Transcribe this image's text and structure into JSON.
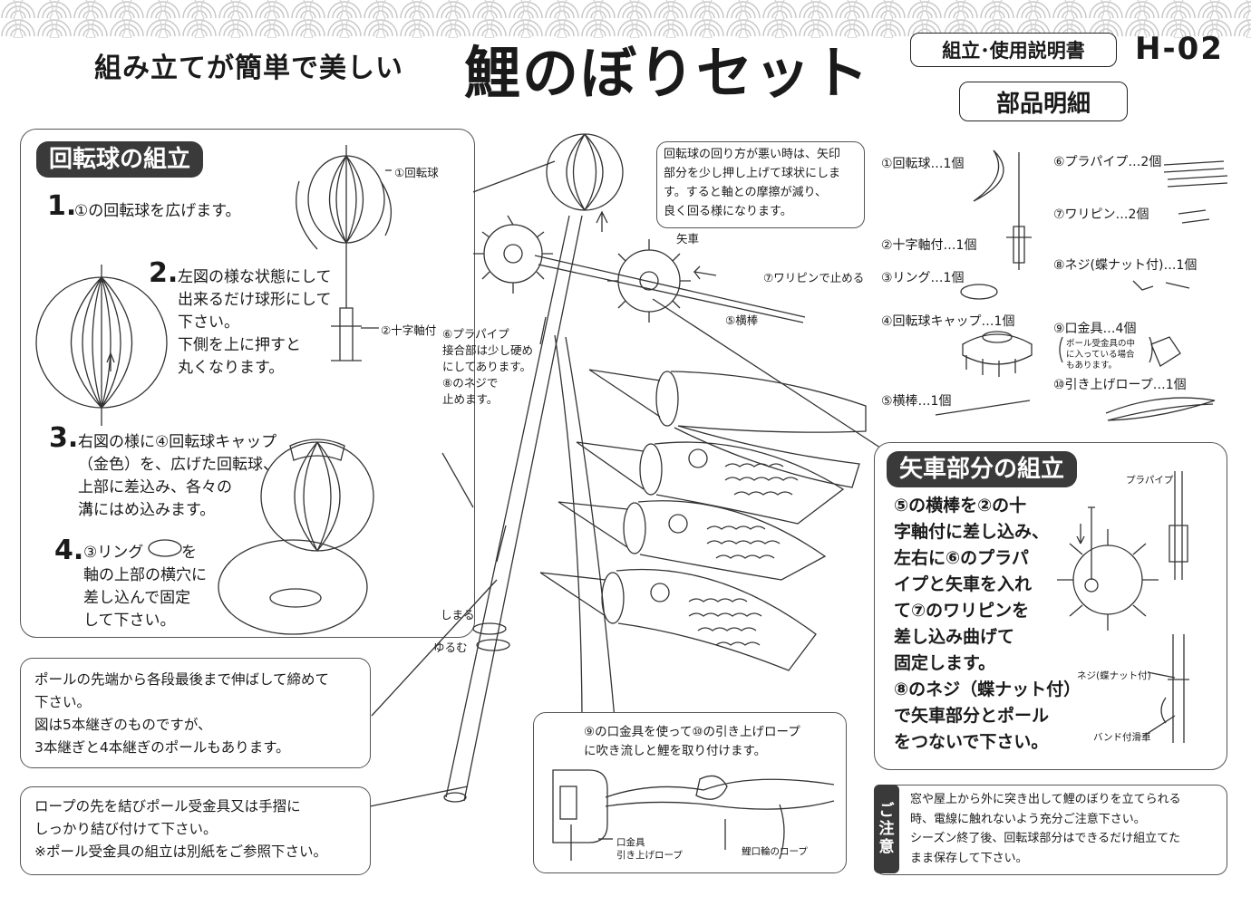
{
  "header": {
    "subtitle": "組み立てが簡単で美しい",
    "title": "鯉のぼりセット",
    "manual_label": "組立･使用説明書",
    "model_code": "H-02",
    "parts_heading": "部品明細"
  },
  "rotating_ball": {
    "heading": "回転球の組立",
    "steps": [
      {
        "num": "1.",
        "text": "①の回転球を広げます。"
      },
      {
        "num": "2.",
        "text": "左図の様な状態にして\n出来るだけ球形にして\n下さい。\n下側を上に押すと\n丸くなります。"
      },
      {
        "num": "3.",
        "text": "右図の様に④回転球キャップ\n（金色）を、広げた回転球、\n上部に差込み、各々の\n溝にはめ込みます。"
      },
      {
        "num": "4.",
        "text_a": "③リング",
        "text_b": "を\n軸の上部の横穴に\n差し込んで固定\nして下さい。"
      }
    ],
    "labels": {
      "ball": "①回転球",
      "cross_axis": "②十字軸付"
    }
  },
  "center": {
    "callout": "回転球の回り方が悪い時は、矢印\n部分を少し押し上げて球状にしま\nす。すると軸との摩擦が減り、\n良く回る様になります。",
    "yaguruma": "矢車",
    "wari_pin": "⑦ワリピンで止める",
    "cross_bar": "⑤横棒",
    "pipe_note": "⑥プラパイプ\n接合部は少し硬め\nにしてあります。\n⑧のネジで\n止めます。",
    "tighten": "しまる",
    "loosen": "ゆるむ"
  },
  "pole_note": "ポールの先端から各段最後まで伸ばして締めて\n下さい。\n図は5本継ぎのものですが、\n3本継ぎと4本継ぎのポールもあります。",
  "rope_note": "ロープの先を結びポール受金具又は手摺に\nしっかり結び付けて下さい。\n※ポール受金具の組立は別紙をご参照下さい。",
  "mouth_fitting": {
    "text": "⑨の口金具を使って⑩の引き上げロープ\nに吹き流しと鯉を取り付けます。",
    "label_fitting": "口金具",
    "label_rope": "引き上げロープ",
    "label_koi_rope": "鯉口輪のロープ"
  },
  "parts": [
    {
      "label": "①回転球…1個"
    },
    {
      "label": "②十字軸付…1個"
    },
    {
      "label": "③リング…1個"
    },
    {
      "label": "④回転球キャップ…1個"
    },
    {
      "label": "⑤横棒…1個"
    },
    {
      "label": "⑥プラパイプ…2個"
    },
    {
      "label": "⑦ワリピン…2個"
    },
    {
      "label": "⑧ネジ(蝶ナット付)…1個"
    },
    {
      "label": "⑨口金具…4個"
    },
    {
      "label": "⑩引き上げロープ…1個"
    }
  ],
  "parts_note": "ポール受金具の中\nに入っている場合\nもあります。",
  "yaguruma_assembly": {
    "heading": "矢車部分の組立",
    "text": "⑤の横棒を②の十\n字軸付に差し込み、\n左右に⑥のプラパ\nイプと矢車を入れ\nて⑦のワリピンを\n差し込み曲げて\n固定します。\n⑧のネジ（蝶ナット付）\nで矢車部分とポール\nをつないで下さい。",
    "label_pipe": "プラパイプ",
    "label_screw": "ネジ(蝶ナット付)",
    "label_pulley": "バンド付滑車"
  },
  "caution": {
    "tag": [
      "ご",
      "注",
      "意"
    ],
    "text": "窓や屋上から外に突き出して鯉のぼりを立てられる\n時、電線に触れないよう充分ご注意下さい。\nシーズン終了後、回転球部分はできるだけ組立てた\nまま保存して下さい。"
  }
}
